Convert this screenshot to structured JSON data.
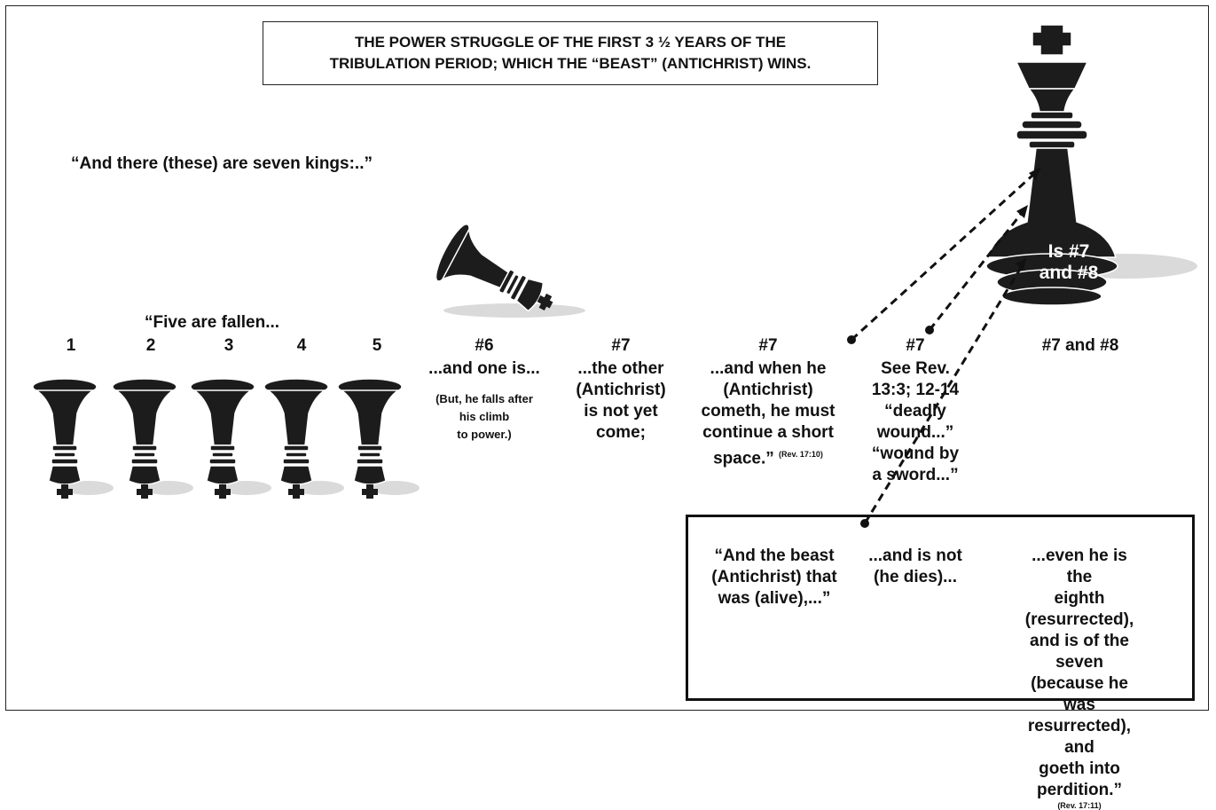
{
  "title": {
    "line1": "THE POWER STRUGGLE OF THE FIRST 3 ½ YEARS OF THE",
    "line2": "TRIBULATION PERIOD; WHICH THE “BEAST” (ANTICHRIST) WINS."
  },
  "quote": "“And there (these) are seven kings:..”",
  "five_fallen": "“Five are fallen...",
  "numbers": [
    "1",
    "2",
    "3",
    "4",
    "5",
    "#6",
    "#7",
    "#7",
    "#7",
    "#7 and #8"
  ],
  "columns": {
    "six_main": "...and one is...",
    "six_note_1": "(But, he falls after",
    "six_note_2": "his climb",
    "six_note_3": "to power.)",
    "seven_a": [
      "...the other",
      "(Antichrist)",
      "is not yet",
      "come;"
    ],
    "seven_b": [
      "...and when he",
      "(Antichrist)",
      "cometh, he must",
      "continue a short",
      "space.”"
    ],
    "seven_b_cite": "(Rev. 17:10)",
    "seven_c": [
      "See Rev.",
      "13:3; 12-14",
      "“deadly",
      "wound...”",
      "“wound by",
      "a sword...”"
    ]
  },
  "king_label": [
    "Is #7",
    "and #8"
  ],
  "bottom": {
    "col1": [
      "“And the beast",
      "(Antichrist) that",
      "was (alive),...”"
    ],
    "col2": [
      "...and is not",
      "(he dies)..."
    ],
    "col3": [
      "...even he is the",
      "eighth (resurrected),",
      "and is of the seven",
      "(because he was",
      "resurrected), and",
      "goeth into perdition.”"
    ],
    "cite": "(Rev. 17:11)"
  },
  "colors": {
    "piece": "#1c1c1c",
    "highlight": "#ffffff",
    "shadow": "#d8d8d8"
  },
  "icons": [
    "fallen-king-piece-icon",
    "toppled-king-icon",
    "standing-king-icon"
  ]
}
